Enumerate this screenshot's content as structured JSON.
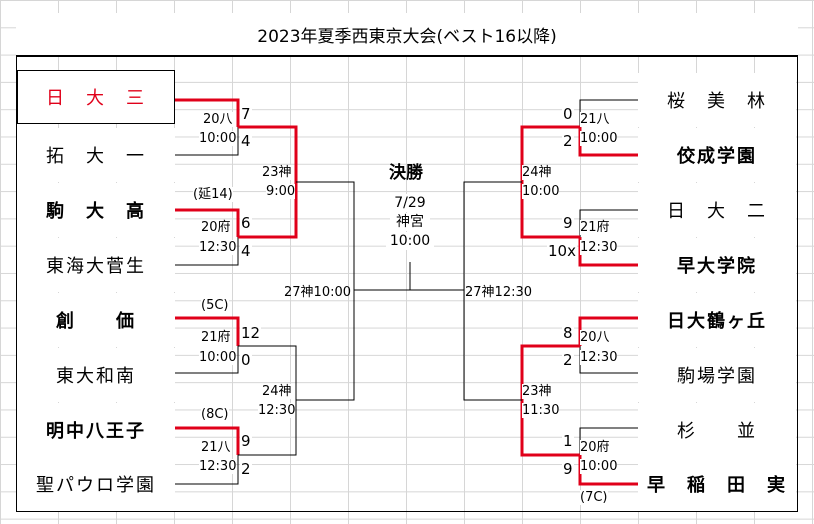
{
  "title": "2023年夏季西東京大会(ベスト16以降)",
  "left_teams": [
    "日　大　三",
    "拓　大　一",
    "駒　大　高",
    "東海大菅生",
    "創　　価",
    "東大和南",
    "明中八王子",
    "聖パウロ学園"
  ],
  "right_teams": [
    "桜　美　林",
    "佼成学園",
    "日　大　二",
    "早大学院",
    "日大鶴ヶ丘",
    "駒場学園",
    "杉　　並",
    "早　稲　田　実"
  ],
  "left_r16": [
    {
      "venue": "20八",
      "time": "10:00",
      "score_top": "7",
      "score_bottom": "4",
      "note": ""
    },
    {
      "venue": "20府",
      "time": "12:30",
      "score_top": "6",
      "score_bottom": "4",
      "note": "(延14)"
    },
    {
      "venue": "21府",
      "time": "10:00",
      "score_top": "12",
      "score_bottom": "0",
      "note": "(5C)"
    },
    {
      "venue": "21八",
      "time": "12:30",
      "score_top": "9",
      "score_bottom": "2",
      "note": "(8C)"
    }
  ],
  "right_r16": [
    {
      "venue": "21八",
      "time": "10:00",
      "score_top": "0",
      "score_bottom": "2",
      "note": ""
    },
    {
      "venue": "21府",
      "time": "12:30",
      "score_top": "9",
      "score_bottom": "10x",
      "note": ""
    },
    {
      "venue": "20八",
      "time": "12:30",
      "score_top": "8",
      "score_bottom": "2",
      "note": ""
    },
    {
      "venue": "20府",
      "time": "10:00",
      "score_top": "1",
      "score_bottom": "9",
      "note": "(7C)"
    }
  ],
  "left_qf": [
    {
      "venue": "23神",
      "time": "9:00"
    },
    {
      "venue": "24神",
      "time": "12:30"
    }
  ],
  "right_qf": [
    {
      "venue": "24神",
      "time": "10:00"
    },
    {
      "venue": "23神",
      "time": "11:30"
    }
  ],
  "left_sf": "27神10:00",
  "right_sf": "27神12:30",
  "final": {
    "title": "決勝",
    "date": "7/29",
    "venue": "神宮",
    "time": "10:00"
  }
}
